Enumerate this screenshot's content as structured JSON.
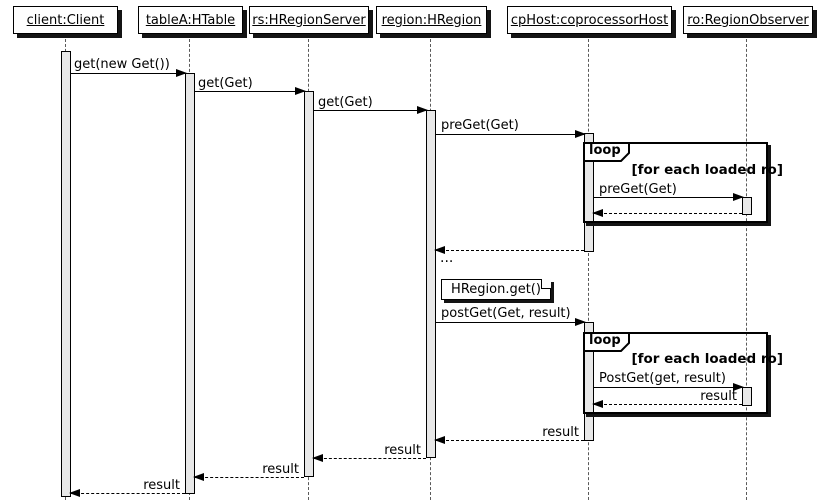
{
  "diagram_type": "uml-sequence",
  "participants": [
    {
      "id": "client",
      "label": "client:Client"
    },
    {
      "id": "tableA",
      "label": "tableA:HTable"
    },
    {
      "id": "rs",
      "label": "rs:HRegionServer"
    },
    {
      "id": "region",
      "label": "region:HRegion"
    },
    {
      "id": "cpHost",
      "label": "cpHost:coprocessorHost"
    },
    {
      "id": "ro",
      "label": "ro:RegionObserver"
    }
  ],
  "messages": [
    {
      "label": "get(new Get())",
      "from": "client",
      "to": "tableA",
      "kind": "call"
    },
    {
      "label": "get(Get)",
      "from": "tableA",
      "to": "rs",
      "kind": "call"
    },
    {
      "label": "get(Get)",
      "from": "rs",
      "to": "region",
      "kind": "call"
    },
    {
      "label": "preGet(Get)",
      "from": "region",
      "to": "cpHost",
      "kind": "call"
    },
    {
      "label": "preGet(Get)",
      "from": "cpHost",
      "to": "ro",
      "kind": "call"
    },
    {
      "label": "",
      "from": "ro",
      "to": "cpHost",
      "kind": "return"
    },
    {
      "label": "",
      "from": "cpHost",
      "to": "region",
      "kind": "return"
    },
    {
      "label": "postGet(Get, result)",
      "from": "region",
      "to": "cpHost",
      "kind": "call"
    },
    {
      "label": "PostGet(get, result)",
      "from": "cpHost",
      "to": "ro",
      "kind": "call"
    },
    {
      "label": "result",
      "from": "ro",
      "to": "cpHost",
      "kind": "return"
    },
    {
      "label": "result",
      "from": "cpHost",
      "to": "region",
      "kind": "return"
    },
    {
      "label": "result",
      "from": "region",
      "to": "rs",
      "kind": "return"
    },
    {
      "label": "result",
      "from": "rs",
      "to": "tableA",
      "kind": "return"
    },
    {
      "label": "result",
      "from": "tableA",
      "to": "client",
      "kind": "return"
    }
  ],
  "fragments": [
    {
      "operator": "loop",
      "guard": "[for each loaded ro]"
    },
    {
      "operator": "loop",
      "guard": "[for each loaded ro]"
    }
  ],
  "note": {
    "text": "HRegion.get()"
  },
  "ellipsis_label": "...",
  "colors": {
    "background": "#FFFFFF",
    "box_fill": "#FEFEFE",
    "border": "#000000",
    "shadow": "#141414",
    "activation_fill": "#E8E8E8",
    "lifeline": "#5A5A5A"
  }
}
